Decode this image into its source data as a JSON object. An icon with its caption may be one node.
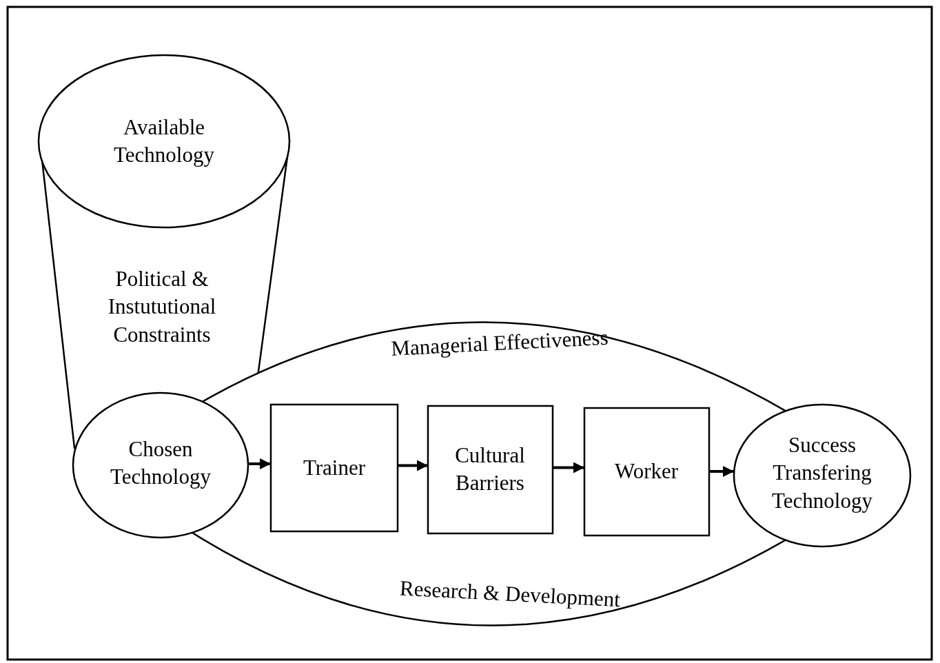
{
  "diagram": {
    "nodes": [
      {
        "text": [
          "Available Technology"
        ]
      },
      {
        "text": [
          "Political & Instututional Constraints"
        ]
      },
      {
        "text": [
          "Managerial Effectiveness",
          "Research & Development"
        ]
      },
      {
        "text": [
          "Chosen Technology"
        ]
      },
      {
        "text": [
          "Trainer"
        ],
        "in": 2
      },
      {
        "text": [
          "Cultural Barriers"
        ],
        "in": 2
      },
      {
        "text": [
          "Worker"
        ],
        "in": 2
      },
      {
        "text": [
          "Success Transfering Technology"
        ]
      }
    ],
    "edges": [
      {
        "from": 3,
        "to": 4,
        "arrow": "to"
      },
      {
        "from": 4,
        "to": 5,
        "arrow": "to"
      },
      {
        "from": 5,
        "to": 6,
        "arrow": "to"
      },
      {
        "from": 6,
        "to": 7,
        "arrow": "to"
      }
    ]
  }
}
